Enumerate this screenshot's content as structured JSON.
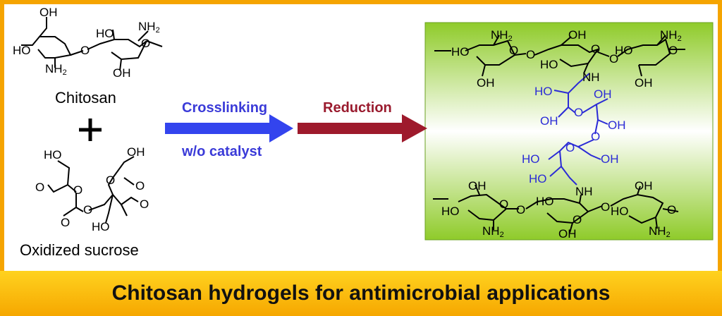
{
  "labels": {
    "chitosan": "Chitosan",
    "plus": "+",
    "oxidized_sucrose": "Oxidized sucrose",
    "crosslinking": "Crosslinking",
    "wo_catalyst": "w/o catalyst",
    "reduction": "Reduction",
    "footer_title": "Chitosan hydrogels for antimicrobial applications"
  },
  "groups": {
    "OH": "OH",
    "HO": "HO",
    "NH2": "NH",
    "sub2": "2",
    "NH": "NH",
    "O": "O"
  },
  "colors": {
    "crosslink_arrow": "#3344ee",
    "reduction_arrow": "#9e1a2c",
    "hydrogel_band": "#9ed23a",
    "linker": "#2b2bd6",
    "footer": "#f5a400"
  }
}
